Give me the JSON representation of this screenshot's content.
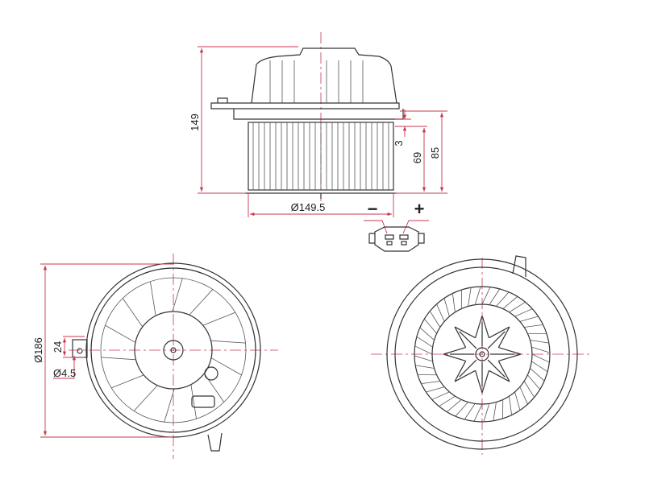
{
  "title": "Blower motor dimensional drawing",
  "dimensions": {
    "height_total": "149",
    "gap": "3",
    "fan_height": "69",
    "body_height": "85",
    "fan_diameter": "Ø149.5",
    "outer_diameter": "Ø186",
    "tab_width": "24",
    "hole_diameter": "Ø4.5"
  },
  "connector": {
    "negative": "−",
    "positive": "+"
  },
  "colors": {
    "dimension_line": "#c8374f",
    "outline": "#333333"
  }
}
